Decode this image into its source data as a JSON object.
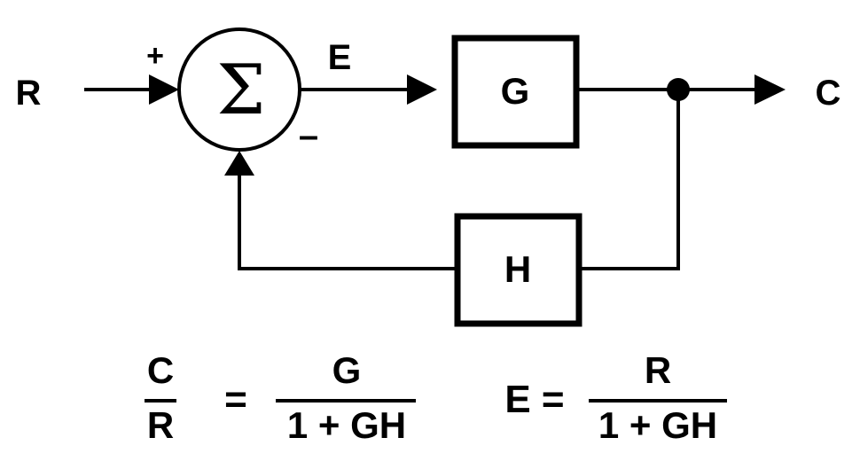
{
  "diagram": {
    "input_label": "R",
    "output_label": "C",
    "error_label": "E",
    "summer_symbol": "Σ",
    "plus_sign": "+",
    "minus_sign": "–",
    "forward_block": "G",
    "feedback_block": "H"
  },
  "equations": {
    "transfer": {
      "lhs_numerator": "C",
      "lhs_denominator": "R",
      "equals": "=",
      "rhs_numerator": "G",
      "rhs_denominator": "1 + GH"
    },
    "error": {
      "lhs": "E =",
      "rhs_numerator": "R",
      "rhs_denominator": "1 + GH"
    }
  }
}
